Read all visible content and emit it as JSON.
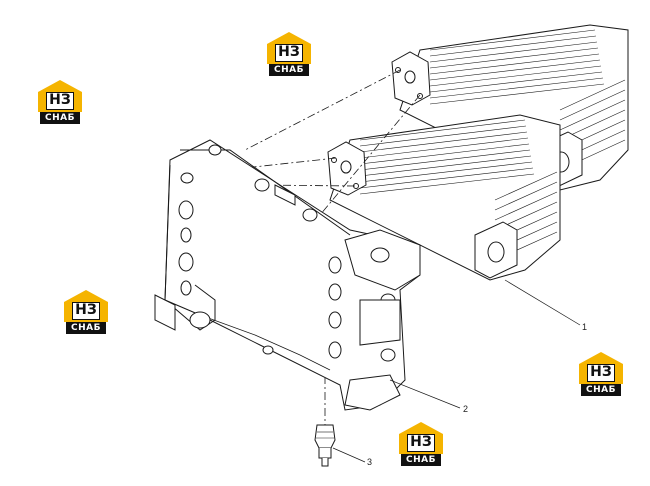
{
  "callouts": [
    "1",
    "2",
    "3"
  ],
  "watermark": {
    "letters": "НЗ",
    "subtitle": "СНАБ",
    "color_yellow": "#f5b400",
    "color_dark": "#111111"
  },
  "colors": {
    "line": "#1a1a1a",
    "fill": "#ffffff",
    "shade": "#e8e8e8"
  }
}
